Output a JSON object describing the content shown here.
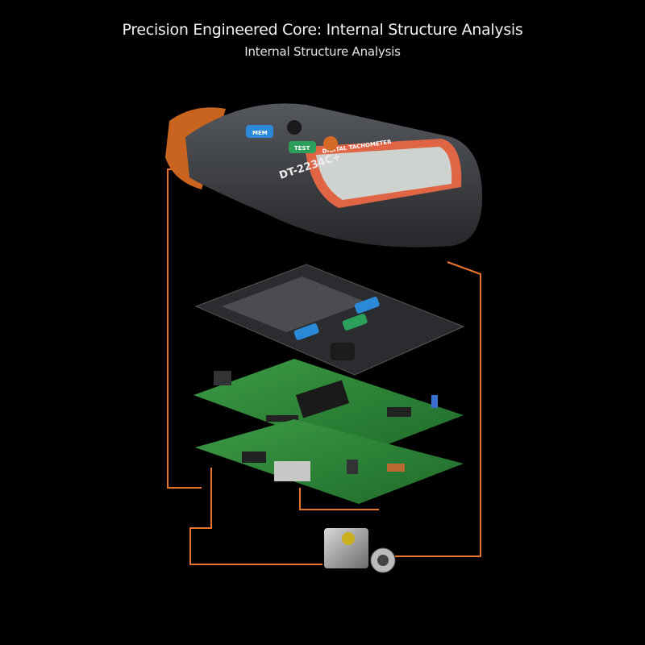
{
  "header": {
    "title": "Precision Engineered Core: Internal Structure Analysis",
    "subtitle": "Internal Structure Analysis"
  },
  "device": {
    "model": "DT-2234C+",
    "screen_label": "DIGITAL TACHOMETER",
    "mem_button": "MEM",
    "test_button": "TEST"
  },
  "colors": {
    "accent": "#e8732a",
    "housing": "#3a3c40",
    "pcb": "#2e8a3a",
    "mem_blue": "#2a8ad8",
    "test_green": "#2aa05a"
  }
}
